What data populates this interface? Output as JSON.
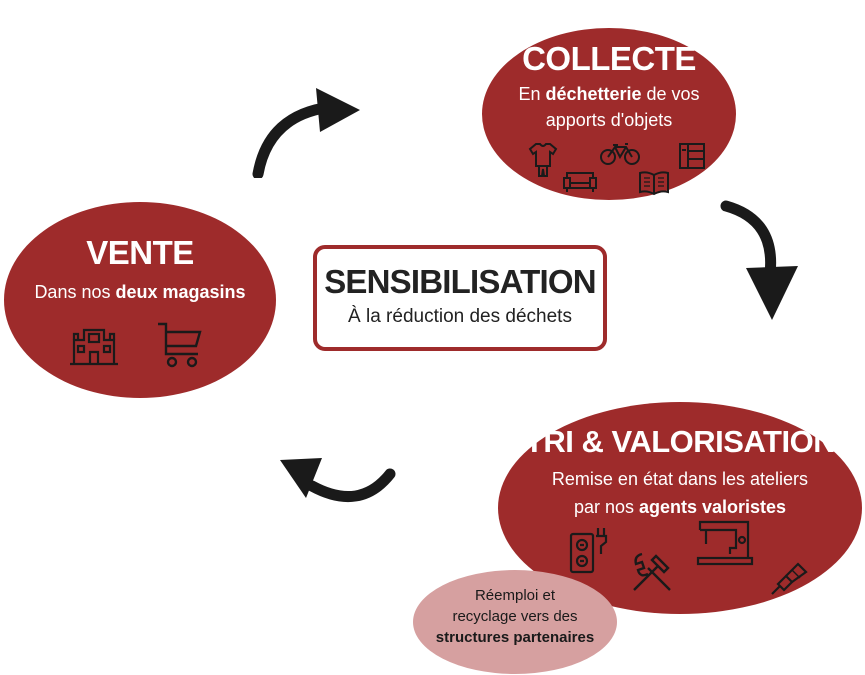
{
  "collecte": {
    "title": "COLLECTE",
    "line1_pre": "En ",
    "line1_bold": "déchetterie",
    "line1_post": " de vos",
    "line2": "apports d'objets",
    "icons": [
      "clothes-icon",
      "bicycle-icon",
      "furniture-icon",
      "sofa-icon",
      "book-icon"
    ]
  },
  "vente": {
    "title": "VENTE",
    "line1_pre": "Dans nos ",
    "line1_bold": "deux magasins",
    "icons": [
      "shop-icon",
      "shopping-cart-icon"
    ]
  },
  "tri": {
    "title": "TRI & VALORISATION",
    "line1": "Remise en état dans les ateliers",
    "line2_pre": "par nos ",
    "line2_bold": "agents valoristes",
    "icons": [
      "power-outlet-icon",
      "tools-icon",
      "sewing-machine-icon",
      "paint-brush-icon"
    ]
  },
  "reemploi": {
    "line1": "Réemploi et",
    "line2": "recyclage vers des",
    "line3": "structures partenaires"
  },
  "sensibilisation": {
    "title": "SENSIBILISATION",
    "subtitle": "À la réduction des déchets"
  },
  "colors": {
    "primary": "#9e2b2b",
    "secondary": "#d6a0a0",
    "arrow": "#1a1a1a"
  }
}
